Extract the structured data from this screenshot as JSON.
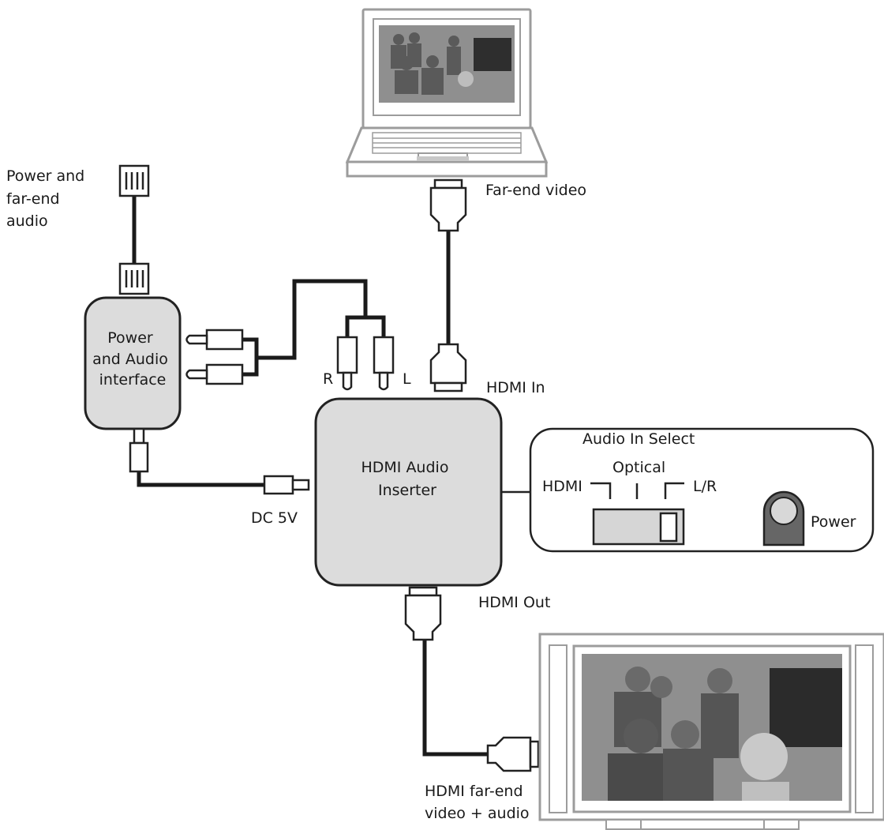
{
  "labels": {
    "power_far_end": [
      "Power and",
      "far-end",
      "audio"
    ],
    "power_audio_interface": [
      "Power",
      "and Audio",
      "interface"
    ],
    "rca_r": "R",
    "rca_l": "L",
    "far_end_video": "Far-end video",
    "hdmi_in": "HDMI In",
    "hdmi_audio_inserter": [
      "HDMI Audio",
      "Inserter"
    ],
    "dc_5v": "DC 5V",
    "audio_in_select": "Audio In Select",
    "optical": "Optical",
    "hdmi_switch": "HDMI",
    "lr_switch": "L/R",
    "power": "Power",
    "hdmi_out": "HDMI Out",
    "hdmi_far_end_video_audio": [
      "HDMI far-end",
      "video + audio"
    ]
  },
  "colors": {
    "device_fill": "#dcdcdc",
    "cable": "#1a1a1a",
    "display_frame": "#9c9c9c",
    "power_button": "#666666"
  },
  "icons": {
    "laptop": "laptop-icon",
    "tv": "television-icon",
    "rj_plug": "rj-plug-icon",
    "hdmi_plug": "hdmi-plug-icon",
    "rca_plug": "rca-plug-icon",
    "dc_plug": "dc-barrel-plug-icon",
    "power_button": "power-button-icon"
  }
}
